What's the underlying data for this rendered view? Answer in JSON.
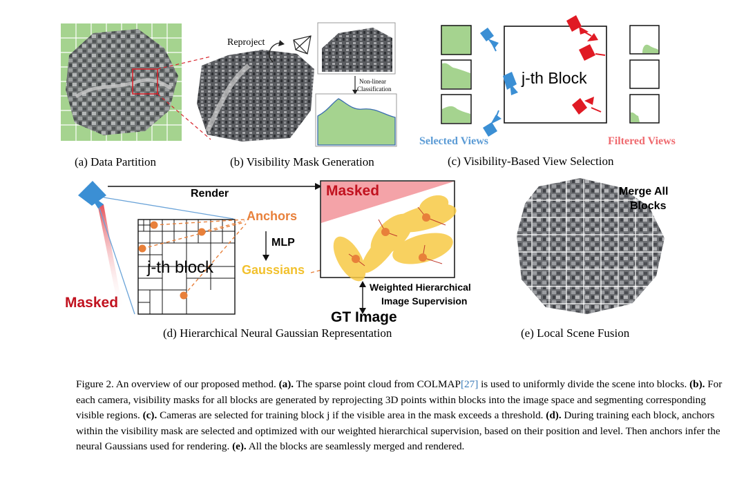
{
  "panels": {
    "a": {
      "caption": "(a) Data Partition"
    },
    "b": {
      "caption": "(b) Visibility Mask Generation",
      "reproject": "Reproject",
      "nonlinear_1": "Non-linear",
      "nonlinear_2": "Classification"
    },
    "c": {
      "caption": "(c) Visibility-Based View Selection",
      "block": "j-th Block",
      "selected": "Selected Views",
      "filtered": "Filtered Views"
    },
    "d": {
      "caption": "(d) Hierarchical Neural Gaussian Representation",
      "render": "Render",
      "anchors": "Anchors",
      "mlp": "MLP",
      "gaussians": "Gaussians",
      "block": "j-th block",
      "masked_left": "Masked",
      "masked_right": "Masked",
      "supervision_1": "Weighted Hierarchical",
      "supervision_2": "Image Supervision",
      "gt": "GT Image"
    },
    "e": {
      "caption": "(e) Local Scene Fusion",
      "merge_1": "Merge All",
      "merge_2": "Blocks"
    }
  },
  "caption": {
    "prefix": "Figure 2. An overview of our proposed method.",
    "a_label": "(a).",
    "a_text_1": "The sparse point cloud from COLMAP",
    "a_ref": "[27]",
    "a_text_2": "is used to uniformly divide the scene into blocks.",
    "b_label": "(b).",
    "b_text": "For each camera, visibility masks for all blocks are generated by reprojecting 3D points within blocks into the image space and segmenting corresponding visible regions.",
    "c_label": "(c).",
    "c_text": "Cameras are selected for training block j if the visible area in the mask exceeds a threshold.",
    "d_label": "(d).",
    "d_text": "During training each block, anchors within the visibility mask are selected and optimized with our weighted hierarchical supervision, based on their position and level. Then anchors infer the neural Gaussians used for rendering.",
    "e_label": "(e).",
    "e_text": "All the blocks are seamlessly merged and rendered."
  },
  "colors": {
    "green": "#a5d38f",
    "blue": "#3b8fd4",
    "red": "#e01a24",
    "orange": "#e8803a",
    "yellow": "#f7c945",
    "darkred": "#c1121f"
  }
}
